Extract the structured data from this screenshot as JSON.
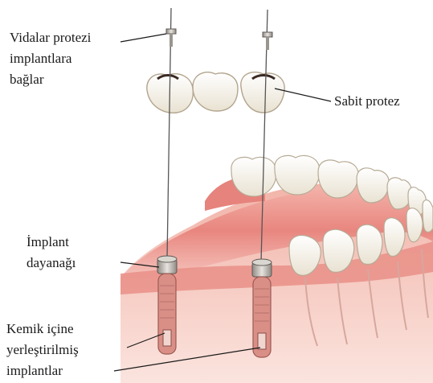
{
  "labels": {
    "screws": [
      "Vidalar protezi",
      "implantlara",
      "bağlar"
    ],
    "bridge": "Sabit protez",
    "abutment": [
      "İmplant",
      "dayanağı"
    ],
    "implants": [
      "Kemik içine",
      "yerleştirilmiş",
      "implantlar"
    ]
  },
  "colors": {
    "gum": "#e8867f",
    "gum_shadow": "#c9524e",
    "tooth": "#f7f3ea",
    "metal": "#b9b4ae",
    "text": "#1a1a1a"
  }
}
